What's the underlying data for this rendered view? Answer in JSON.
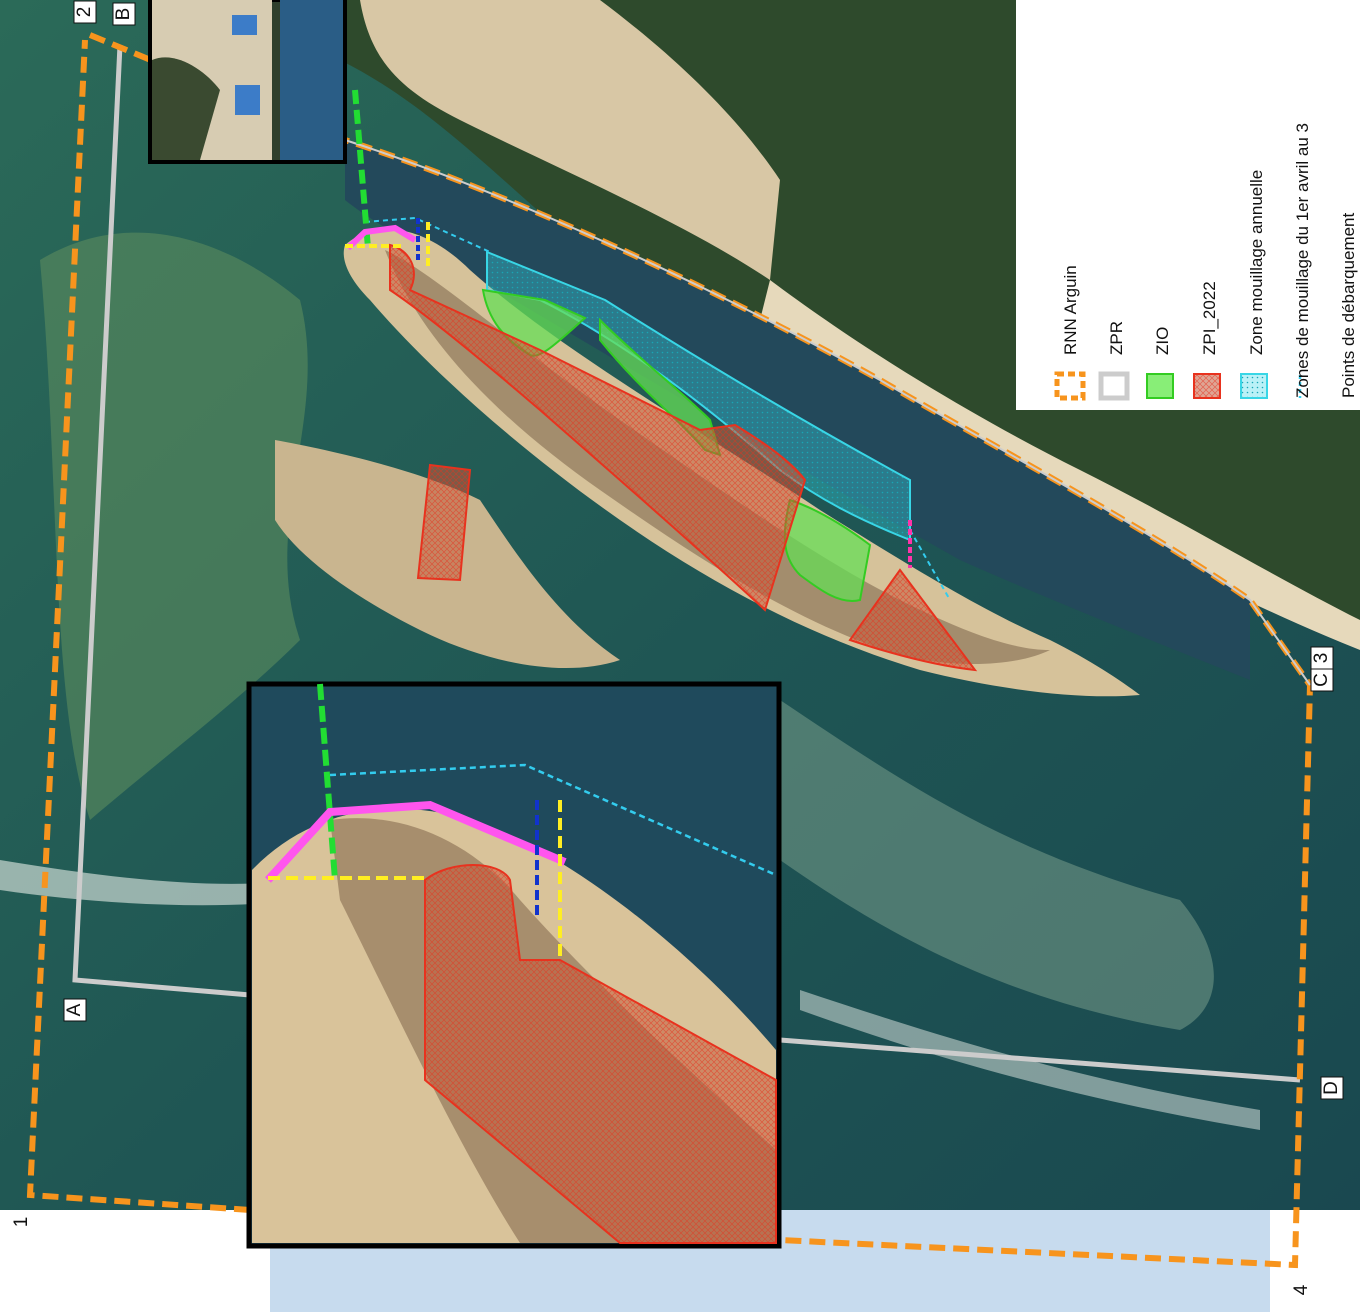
{
  "map": {
    "corner_points": [
      "1",
      "2",
      "3",
      "4"
    ],
    "zpr_points": [
      "A",
      "B",
      "C",
      "D"
    ]
  },
  "legend": {
    "items": [
      {
        "label": "RNN Arguin",
        "symbol": "rnn-arguin-symbol",
        "color": "#f7941d"
      },
      {
        "label": "ZPR",
        "symbol": "zpr-symbol",
        "color": "#cccccc"
      },
      {
        "label": "ZIO",
        "symbol": "zio-symbol",
        "color": "#66dd55"
      },
      {
        "label": "ZPI_2022",
        "symbol": "zpi-symbol",
        "color": "#e8321e"
      },
      {
        "label": "Zone mouillage annuelle",
        "symbol": "mooring-annual-symbol",
        "color": "#38d6e6"
      },
      {
        "label": "Zones de mouillage du 1er avril au 3",
        "symbol": "mooring-seasonal-symbol",
        "color": "#33ccee"
      },
      {
        "label": "Points de débarquement",
        "symbol": "landing-points-symbol",
        "color": ""
      }
    ]
  },
  "colors": {
    "sea": "#1e4e5c",
    "channel": "#23495b",
    "sand": "#d9c6a2",
    "forest": "#2e4a2c",
    "lightblue_band": "#c7dbee",
    "rnn_boundary": "#f7941d",
    "zpr_boundary": "#cccccc",
    "zio_fill": "#66dd55",
    "zpi_fill": "#e8321e",
    "mooring_fill": "#38d6e6",
    "landing_pink": "#ff55ee",
    "landing_yellow": "#ffee22",
    "landing_blue": "#1133cc",
    "landing_green": "#22dd33"
  }
}
